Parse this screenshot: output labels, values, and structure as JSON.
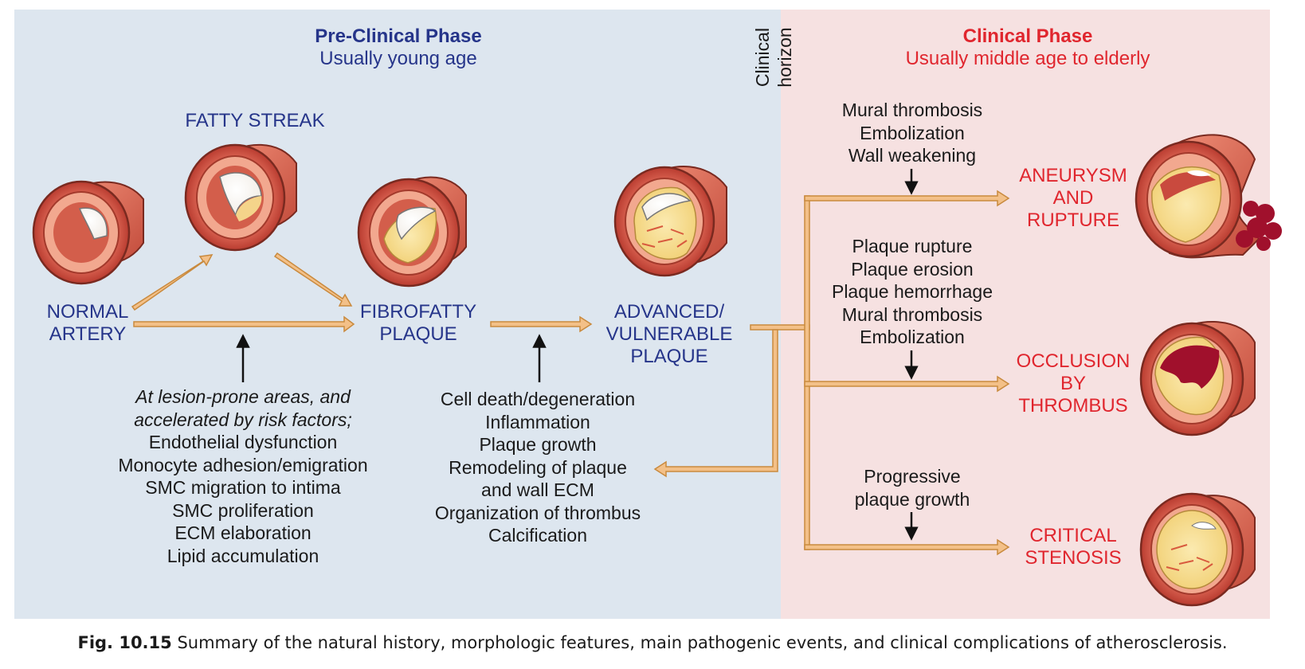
{
  "preclinical": {
    "title": "Pre-Clinical Phase",
    "subtitle": "Usually young age"
  },
  "clinical": {
    "title": "Clinical Phase",
    "subtitle": "Usually middle age to elderly"
  },
  "horizon": {
    "line1": "Clinical",
    "line2": "horizon"
  },
  "stages": {
    "normal": [
      "NORMAL",
      "ARTERY"
    ],
    "fatty": "FATTY STREAK",
    "fibro": [
      "FIBROFATTY",
      "PLAQUE"
    ],
    "advanced": [
      "ADVANCED/",
      "VULNERABLE",
      "PLAQUE"
    ]
  },
  "lesion_factors": {
    "italic": [
      "At lesion-prone areas, and",
      "accelerated by risk factors;"
    ],
    "items": [
      "Endothelial dysfunction",
      "Monocyte adhesion/emigration",
      "SMC migration to intima",
      "SMC proliferation",
      "ECM elaboration",
      "Lipid accumulation"
    ]
  },
  "progression_factors": [
    "Cell death/degeneration",
    "Inflammation",
    "Plaque growth",
    "Remodeling of plaque",
    "and wall ECM",
    "Organization of thrombus",
    "Calcification"
  ],
  "events": {
    "aneurysm": [
      "Mural thrombosis",
      "Embolization",
      "Wall weakening"
    ],
    "occlusion": [
      "Plaque rupture",
      "Plaque erosion",
      "Plaque hemorrhage",
      "Mural thrombosis",
      "Embolization"
    ],
    "stenosis": [
      "Progressive",
      "plaque growth"
    ]
  },
  "outcomes": {
    "aneurysm": [
      "ANEURYSM",
      "AND",
      "RUPTURE"
    ],
    "occlusion": [
      "OCCLUSION",
      "BY",
      "THROMBUS"
    ],
    "stenosis": [
      "CRITICAL",
      "STENOSIS"
    ]
  },
  "caption": {
    "label": "Fig. 10.15",
    "text": "Summary of the natural history, morphologic features, main pathogenic events, and clinical complications of atherosclerosis."
  },
  "colors": {
    "preclinical_bg": "#dde6ef",
    "clinical_bg": "#f6e1e1",
    "stage_text": "#26358a",
    "clinical_text": "#e0262e",
    "arrow_fill": "#f3c088",
    "arrow_stroke": "#c98a3e"
  }
}
